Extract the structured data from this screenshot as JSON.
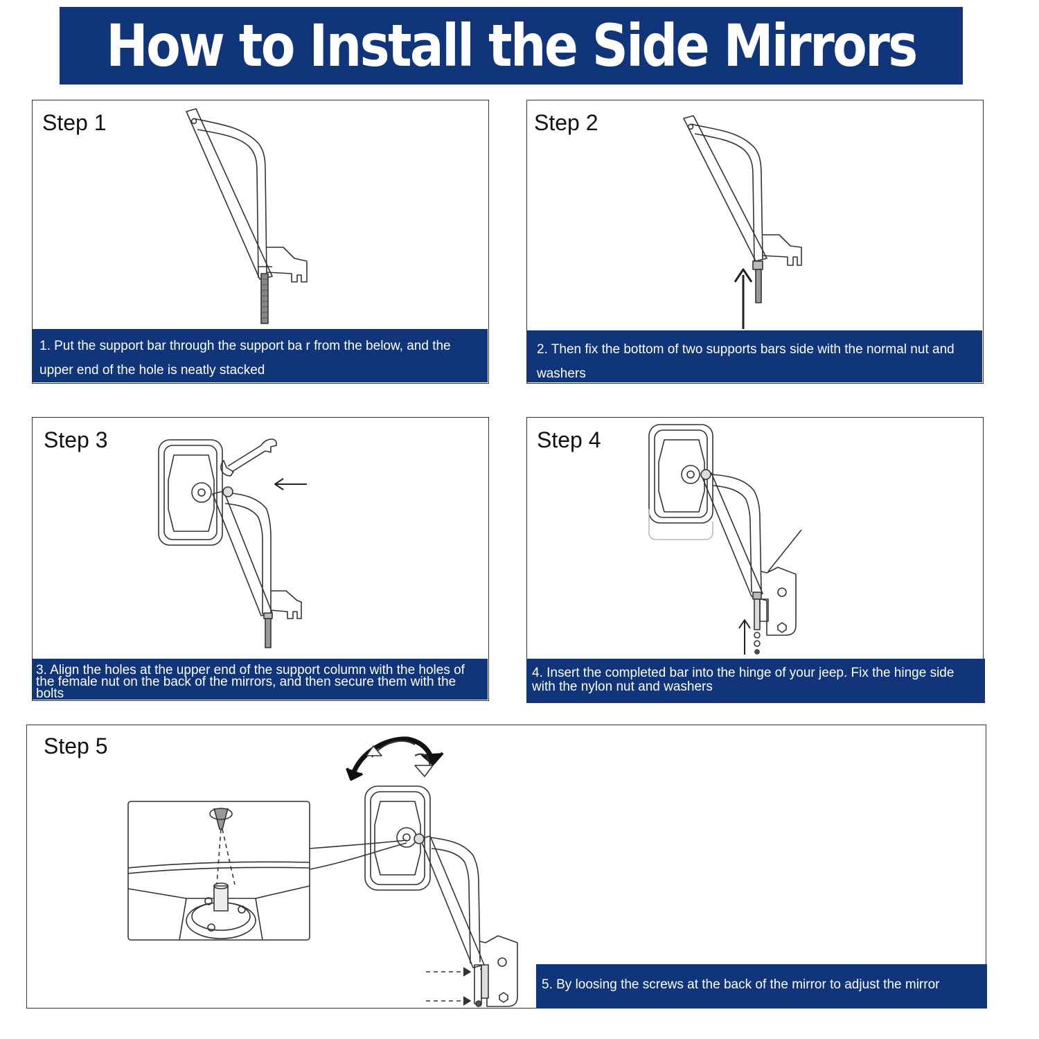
{
  "title": "How to Install the Side Mirrors",
  "steps": [
    {
      "label": "Step 1",
      "caption": "1. Put the support bar through the support ba r from the below, and the upper end of the hole is neatly stacked"
    },
    {
      "label": "Step 2",
      "caption": "2. Then fix the bottom of two supports bars side with the normal nut and washers"
    },
    {
      "label": "Step 3",
      "caption": "3. Align the holes at the upper end of the support column with the holes of the female nut on the back of the mirrors, and then secure them with the bolts"
    },
    {
      "label": "Step 4",
      "caption": "4. Insert the completed bar into the hinge of your jeep. Fix the hinge side with the nylon nut and washers"
    },
    {
      "label": "Step 5",
      "caption": "5. By loosing the screws at the back of the mirror to adjust the mirror"
    }
  ],
  "colors": {
    "banner": "#10357a",
    "caption_bg": "#10357a",
    "line_art": "#333333"
  },
  "icons": [
    "support-bar-illustration",
    "up-arrow-icon",
    "wrench-icon",
    "left-arrow-icon",
    "mirror-illustration",
    "rotate-arrows-icon",
    "screw-detail-illustration"
  ]
}
